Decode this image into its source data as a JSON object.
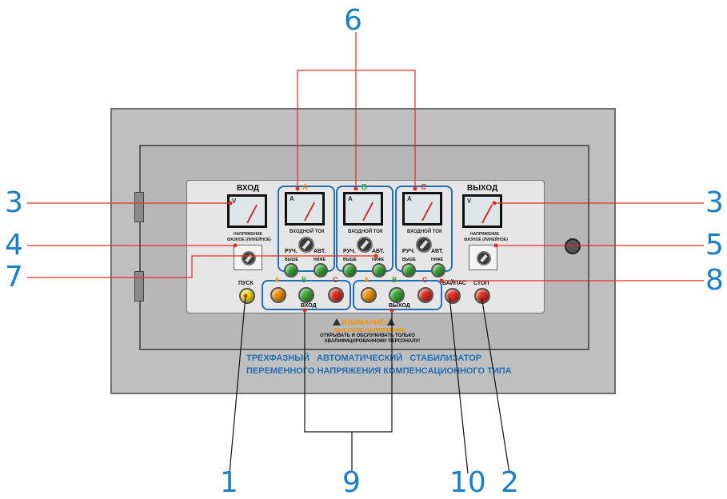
{
  "callouts": {
    "c6": "6",
    "c3l": "3",
    "c3r": "3",
    "c4": "4",
    "c5": "5",
    "c7": "7",
    "c8": "8",
    "c1": "1",
    "c9": "9",
    "c10": "10",
    "c2": "2"
  },
  "panel": {
    "input_title": "ВХОД",
    "output_title": "ВЫХОД",
    "voltage_label_1": "НАПРЯЖЕНИЕ",
    "voltage_label_2": "ФАЗНОЕ (ЛИНЕЙНОЕ)",
    "phase_a": "A",
    "phase_b": "B",
    "phase_c": "C",
    "input_current": "ВХОДНОЙ ТОК",
    "manual": "РУЧ.",
    "auto": "АВТ.",
    "higher": "ВЫШЕ",
    "lower": "НИЖЕ",
    "start": "ПУСК",
    "bypass": "БАЙПАС",
    "stop": "СТОП",
    "group_in": "ВХОД",
    "group_out": "ВЫХОД",
    "warn_title": "ВНИМАНИЕ!",
    "warn_high": "ВЫСОКОЕ НАПРЯЖЕНИЕ",
    "warn_line1": "ОТКРЫВАТЬ И ОБСЛУЖИВАТЬ ТОЛЬКО",
    "warn_line2": "КВАЛИФИЦИРОВАННОМУ ПЕРСОНАЛУ!",
    "title_line1": "ТРЕХФАЗНЫЙ   АВТОМАТИЧЕСКИЙ   СТАБИЛИЗАТОР",
    "title_line2": "ПЕРЕМЕННОГО НАПРЯЖЕНИЯ КОМПЕНСАЦИОННОГО ТИПА",
    "meter_v": "V",
    "meter_a": "A"
  },
  "colors": {
    "callout": "#1a7fc6",
    "leader": "#e0301e",
    "phase_a": "#f39200",
    "phase_b": "#3aa935",
    "phase_c": "#e0301e",
    "bracket": "#1f6fb5"
  }
}
